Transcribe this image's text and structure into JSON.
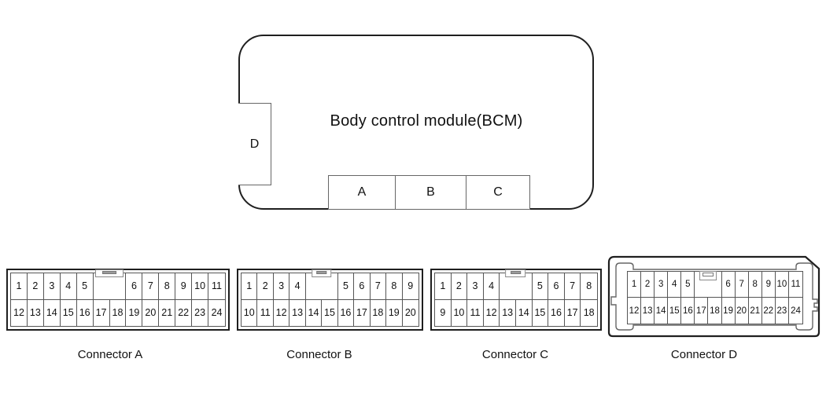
{
  "module": {
    "title": "Body control module(BCM)",
    "ports": {
      "a": "A",
      "b": "B",
      "c": "C",
      "d": "D"
    }
  },
  "connectors": [
    {
      "caption": "Connector A",
      "pins_top_left": [
        "1",
        "2",
        "3",
        "4",
        "5"
      ],
      "pins_top_right": [
        "6",
        "7",
        "8",
        "9",
        "10",
        "11"
      ],
      "pins_bottom": [
        "12",
        "13",
        "14",
        "15",
        "16",
        "17",
        "18",
        "19",
        "20",
        "21",
        "22",
        "23",
        "24"
      ]
    },
    {
      "caption": "Connector B",
      "pins_top_left": [
        "1",
        "2",
        "3",
        "4"
      ],
      "pins_top_right": [
        "5",
        "6",
        "7",
        "8",
        "9"
      ],
      "pins_bottom": [
        "10",
        "11",
        "12",
        "13",
        "14",
        "15",
        "16",
        "17",
        "18",
        "19",
        "20"
      ]
    },
    {
      "caption": "Connector C",
      "pins_top_left": [
        "1",
        "2",
        "3",
        "4"
      ],
      "pins_top_right": [
        "5",
        "6",
        "7",
        "8"
      ],
      "pins_bottom": [
        "9",
        "10",
        "11",
        "12",
        "13",
        "14",
        "15",
        "16",
        "17",
        "18"
      ]
    },
    {
      "caption": "Connector D",
      "pins_top_left": [
        "1",
        "2",
        "3",
        "4",
        "5"
      ],
      "pins_top_right": [
        "6",
        "7",
        "8",
        "9",
        "10",
        "11"
      ],
      "pins_bottom": [
        "12",
        "13",
        "14",
        "15",
        "16",
        "17",
        "18",
        "19",
        "20",
        "21",
        "22",
        "23",
        "24"
      ]
    }
  ],
  "colors": {
    "line_strong": "#1f1f1f",
    "line_thin": "#555555",
    "text": "#111111",
    "tab_fill": "#9a9a9a",
    "background": "#ffffff"
  }
}
